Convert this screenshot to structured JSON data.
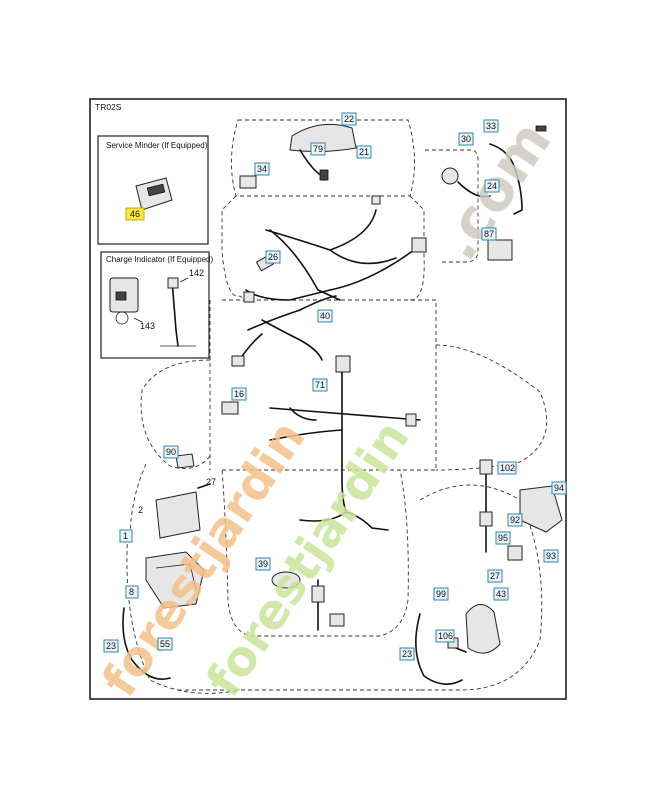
{
  "diagram_id": "TR02S",
  "inset_boxes": {
    "service_minder": "Service Minder (If Equipped)",
    "charge_indicator": "Charge Indicator (If Equipped)"
  },
  "callouts": {
    "c46": "46",
    "c142": "142",
    "c143": "143",
    "c22": "22",
    "c79": "79",
    "c21": "21",
    "c34": "34",
    "c30": "30",
    "c33": "33",
    "c24": "24",
    "c87": "87",
    "c26": "26",
    "c40": "40",
    "c16": "16",
    "c71": "71",
    "c90": "90",
    "c27a": "27",
    "c2": "2",
    "c1": "1",
    "c8": "8",
    "c39": "39",
    "c23a": "23",
    "c55": "55",
    "c102": "102",
    "c94": "94",
    "c92": "92",
    "c95": "95",
    "c93": "93",
    "c27b": "27",
    "c99": "99",
    "c43": "43",
    "c106": "106",
    "c23b": "23"
  },
  "watermark": {
    "text_orange": "forestjardin",
    "text_green": "forestjardin",
    "text_grey": ".com",
    "colors": {
      "orange": "#f5c089",
      "green": "#c8e59a",
      "grey": "#cfc9c0"
    }
  }
}
